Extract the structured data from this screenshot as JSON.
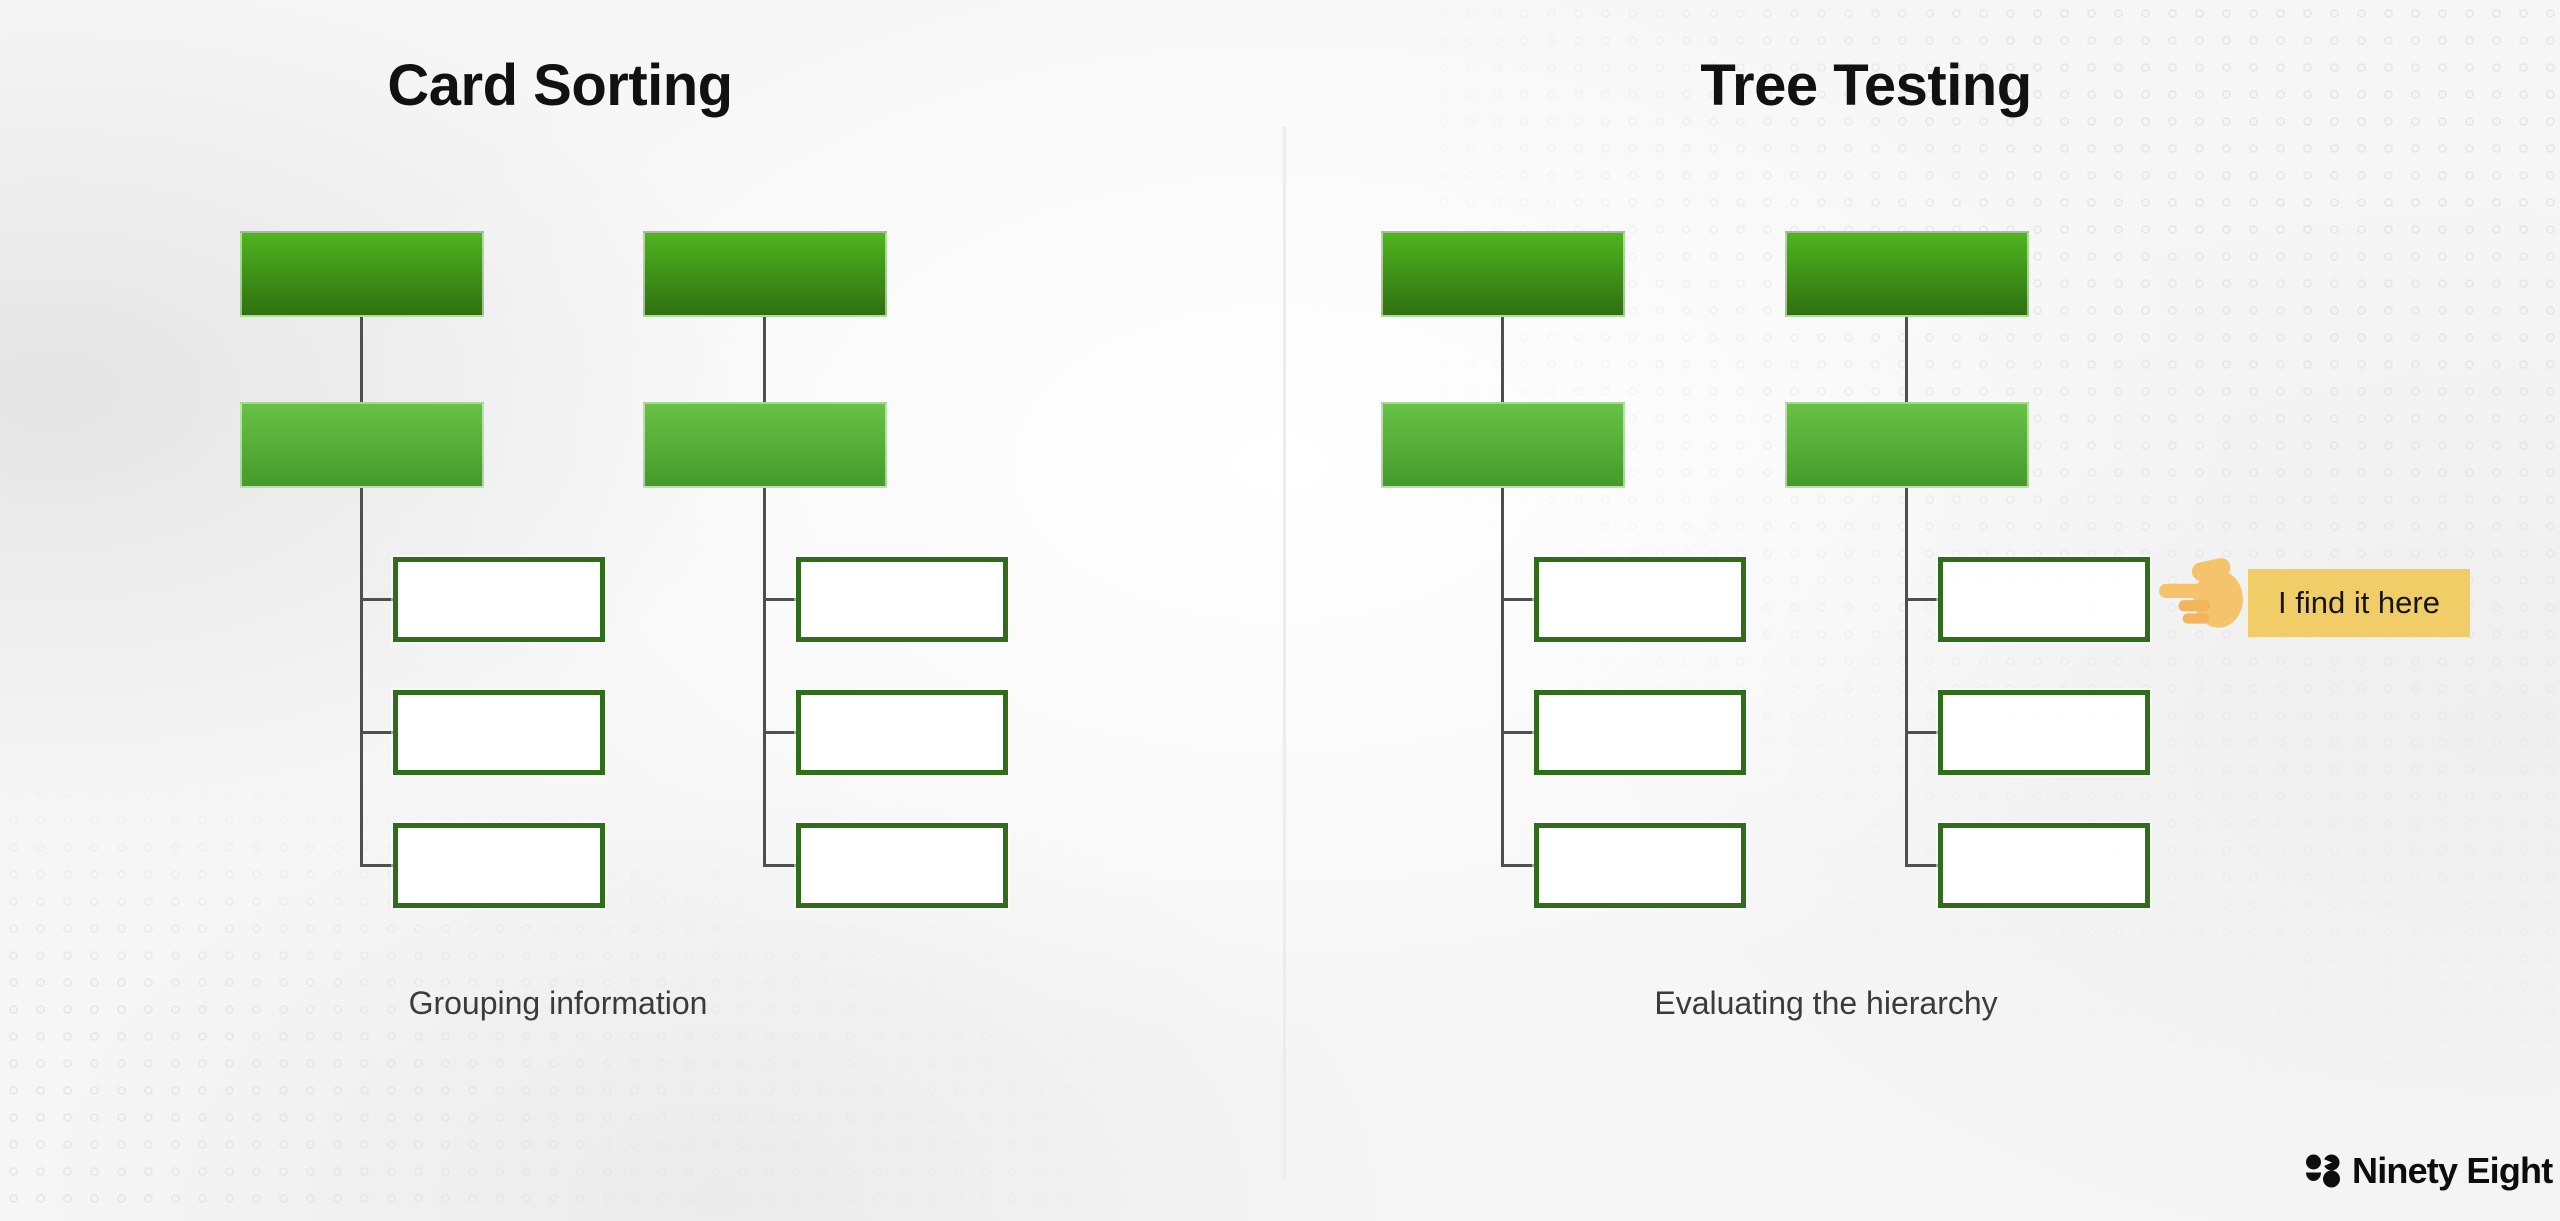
{
  "panels": [
    {
      "title": "Card Sorting",
      "caption": "Grouping information"
    },
    {
      "title": "Tree Testing",
      "caption": "Evaluating the hierarchy"
    }
  ],
  "callout": {
    "label": "I find it here",
    "icon": "backhand-index-pointing-left"
  },
  "logo": {
    "name": "Ninety Eight"
  },
  "diagram": {
    "trees_per_panel": 2,
    "filled_levels_per_tree": 2,
    "outlined_children_per_tree": 3
  },
  "colors": {
    "node-top": "#4fb41f",
    "node-top-dark": "#2f7010",
    "node-mid": "#68c246",
    "node-mid-dark": "#459a2a",
    "node-border": "#2f6d1b",
    "connector": "#4f4f4f",
    "callout-bg": "#f0cd66",
    "callout-text": "#161616",
    "title-text": "#111111",
    "caption-text": "#3b3b3b",
    "divider": "#ececec",
    "dots": "#e7e7e7",
    "logo-text": "#0d0d0d",
    "hand-skin": "#f5c36c",
    "hand-skin-dark": "#f2b55e"
  }
}
